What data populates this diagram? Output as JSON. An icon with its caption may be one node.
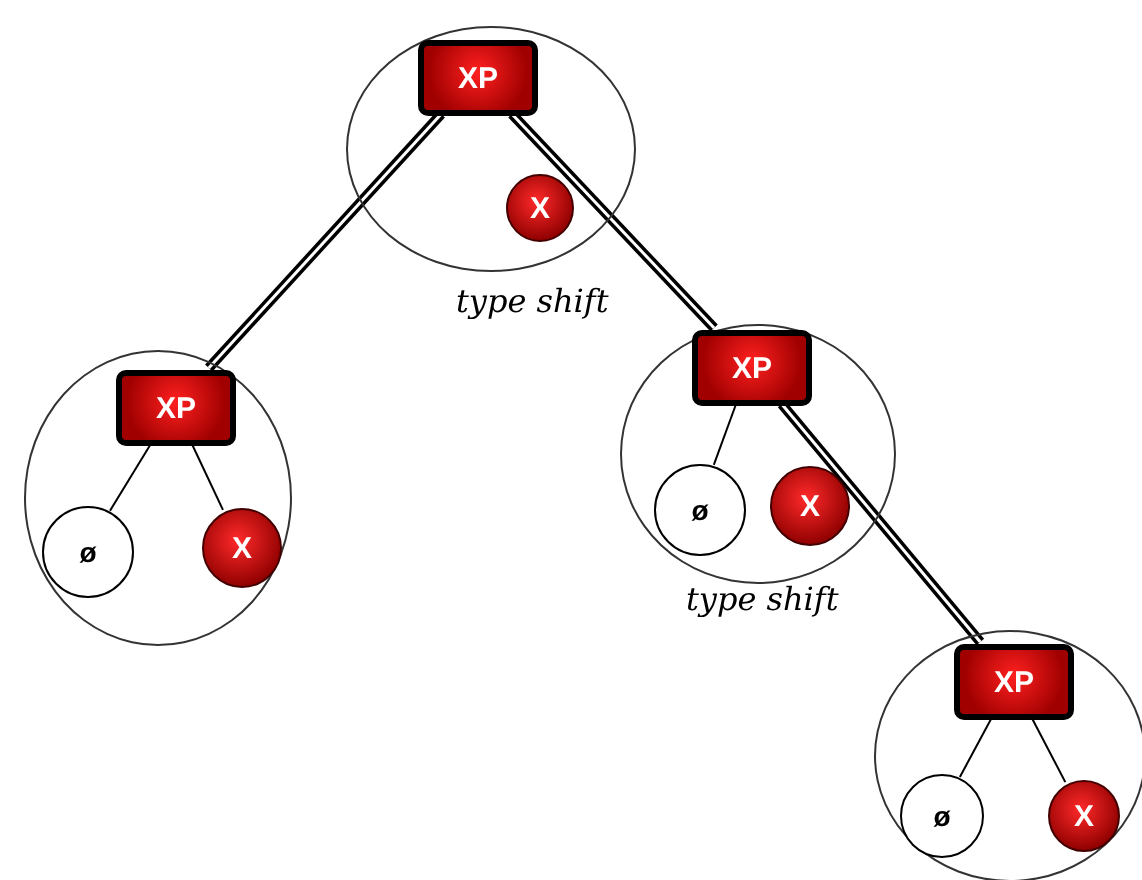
{
  "diagram": {
    "nodes": [
      {
        "text": [],
        "shape": "circle",
        "beside": [
          "type shift"
        ]
      },
      {
        "text": [
          "XP"
        ],
        "in": 0
      },
      {
        "text": [
          "X"
        ],
        "in": 0
      },
      {
        "text": [],
        "shape": "circle"
      },
      {
        "text": [
          "XP"
        ],
        "in": 3
      },
      {
        "text": [
          "ø"
        ],
        "in": 3
      },
      {
        "text": [
          "X"
        ],
        "in": 3
      },
      {
        "text": [],
        "shape": "circle",
        "beside": [
          "type shift"
        ]
      },
      {
        "text": [
          "XP"
        ],
        "in": 7
      },
      {
        "text": [
          "ø"
        ],
        "in": 7
      },
      {
        "text": [
          "X"
        ],
        "in": 7
      },
      {
        "text": [],
        "shape": "circle"
      },
      {
        "text": [
          "XP"
        ],
        "in": 11
      },
      {
        "text": [
          "ø"
        ],
        "in": 11
      },
      {
        "text": [
          "X"
        ],
        "in": 11
      }
    ],
    "edges": [
      {
        "from": 1,
        "to": 4,
        "arrow": "none",
        "style": "thick"
      },
      {
        "from": 1,
        "to": 8,
        "arrow": "none",
        "style": "thick"
      },
      {
        "from": 4,
        "to": 5,
        "arrow": "none"
      },
      {
        "from": 4,
        "to": 6,
        "arrow": "none"
      },
      {
        "from": 8,
        "to": 9,
        "arrow": "none"
      },
      {
        "from": 8,
        "to": 12,
        "arrow": "none",
        "style": "thick"
      },
      {
        "from": 12,
        "to": 13,
        "arrow": "none"
      },
      {
        "from": 12,
        "to": 14,
        "arrow": "none"
      }
    ]
  }
}
